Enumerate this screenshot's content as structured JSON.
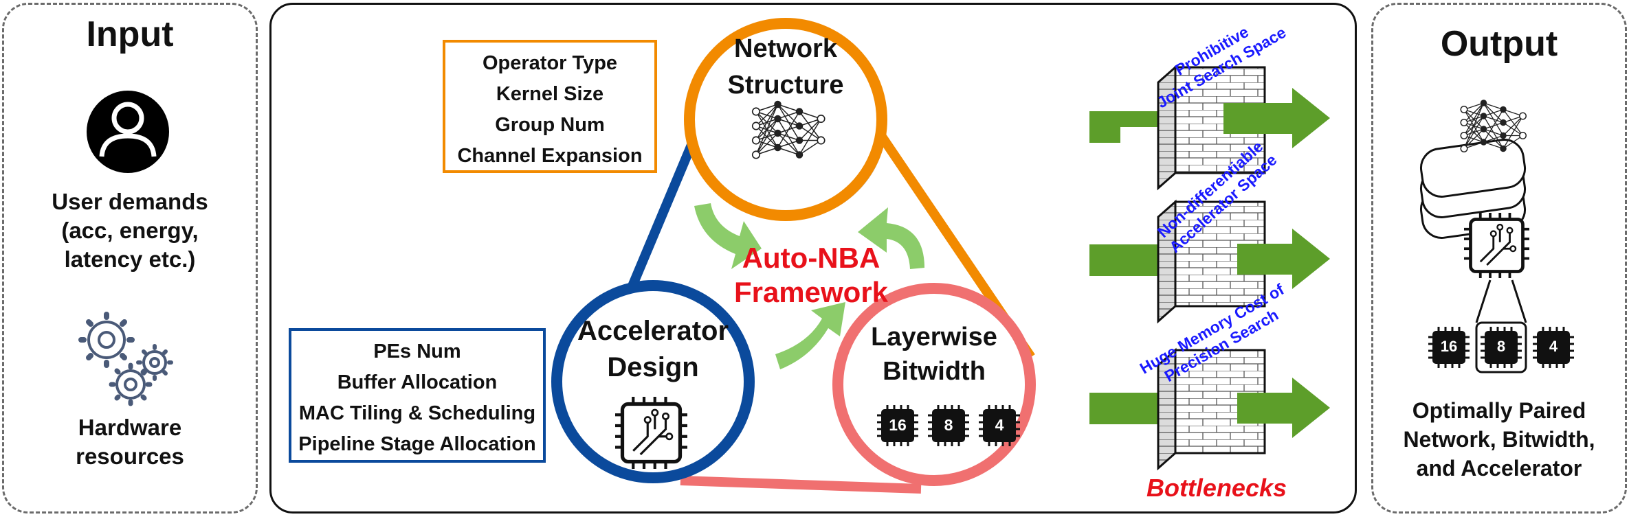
{
  "input_panel": {
    "title": "Input",
    "user_demands": [
      "User demands",
      "(acc, energy,",
      "latency etc.)"
    ],
    "hardware": [
      "Hardware",
      "resources"
    ],
    "icons": [
      "user-icon",
      "gears-icon"
    ]
  },
  "framework": {
    "network_attrs": [
      "Operator Type",
      "Kernel Size",
      "Group Num",
      "Channel Expansion"
    ],
    "accel_attrs": [
      "PEs Num",
      "Buffer Allocation",
      "MAC Tiling & Scheduling",
      "Pipeline Stage Allocation"
    ],
    "network_title": [
      "Network",
      "Structure"
    ],
    "accel_title": [
      "Accelerator",
      "Design"
    ],
    "bitwidth_title": [
      "Layerwise",
      "Bitwidth"
    ],
    "center_title": [
      "Auto-NBA",
      "Framework"
    ],
    "chip_labels": [
      "16",
      "8",
      "4"
    ],
    "colors": {
      "network": "#f28a00",
      "accelerator": "#0b4a9c",
      "bitwidth": "#f07070",
      "center": "#e8111a",
      "arrow": "#8ccc6a"
    }
  },
  "bottlenecks": {
    "walls": [
      [
        "Prohibitive",
        "Joint Search Space"
      ],
      [
        "Non-differentiable",
        "Accelerator Space"
      ],
      [
        "Huge Memory Cost of",
        "Precision Search"
      ]
    ],
    "label": "Bottlenecks",
    "colors": {
      "wall_label": "#1a1aff",
      "label": "#e8111a",
      "arrow": "#5d9e2a"
    }
  },
  "output_panel": {
    "title": "Output",
    "chip_labels": [
      "16",
      "8",
      "4"
    ],
    "caption": [
      "Optimally Paired",
      "Network, Bitwidth,",
      "and Accelerator"
    ]
  }
}
